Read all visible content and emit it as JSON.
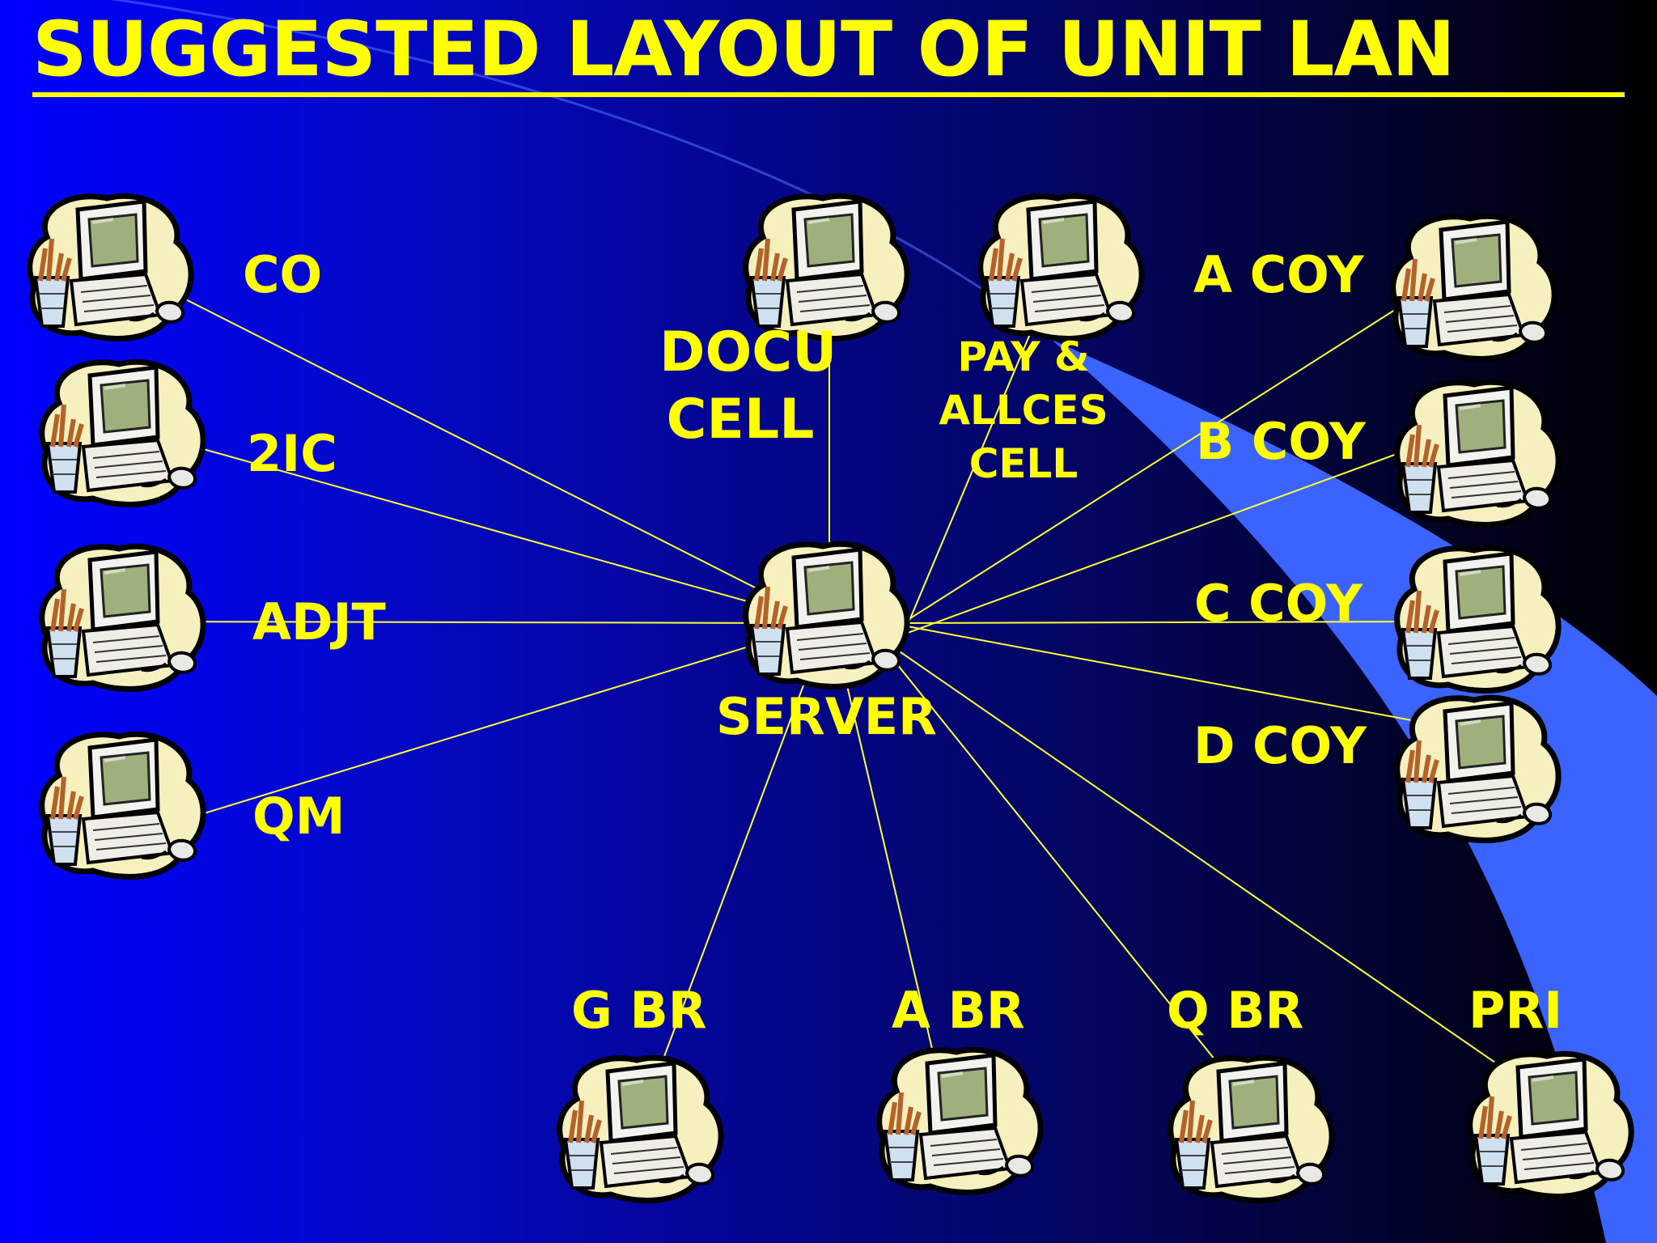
{
  "slide": {
    "title": "SUGGESTED LAYOUT OF UNIT LAN",
    "colors": {
      "text": "#ffff00",
      "link": "#ffff33",
      "swoosh": "#3a63ff"
    },
    "icon": "computer-workstation-icon"
  },
  "nodes": {
    "co": "CO",
    "twoic": "2IC",
    "adjt": "ADJT",
    "qm": "QM",
    "docu": [
      "DOCU",
      "CELL"
    ],
    "pay": [
      "PAY &",
      "ALLCES",
      "CELL"
    ],
    "server": "SERVER",
    "acoy": "A COY",
    "bcoy": "B COY",
    "ccoy": "C COY",
    "dcoy": "D COY",
    "gbr": "G BR",
    "abr": "A BR",
    "qbr": "Q BR",
    "pri": "PRI"
  }
}
